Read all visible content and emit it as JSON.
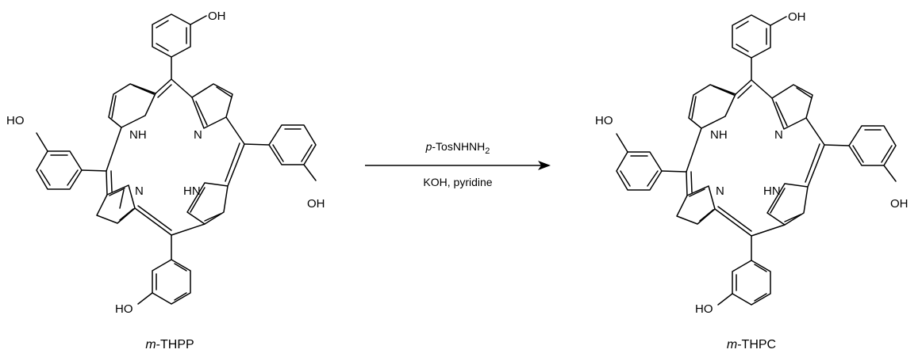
{
  "reaction": {
    "reactant": {
      "name_prefix": "m",
      "name_rest": "-THPP",
      "atoms": {
        "nh_top": "NH",
        "n_top": "N",
        "n_bottom": "N",
        "hn_bottom": "HN",
        "oh_top": "OH",
        "ho_left": "HO",
        "oh_right": "OH",
        "ho_bottom": "HO"
      }
    },
    "arrow": {
      "reagent_prefix": "p",
      "reagent_main": "-TosNHNH",
      "reagent_sub": "2",
      "conditions": "KOH, pyridine"
    },
    "product": {
      "name_prefix": "m",
      "name_rest": "-THPC",
      "atoms": {
        "nh_top": "NH",
        "n_top": "N",
        "n_bottom": "N",
        "hn_bottom": "HN",
        "oh_top": "OH",
        "ho_left": "HO",
        "oh_right": "OH",
        "ho_bottom": "HO"
      }
    }
  }
}
